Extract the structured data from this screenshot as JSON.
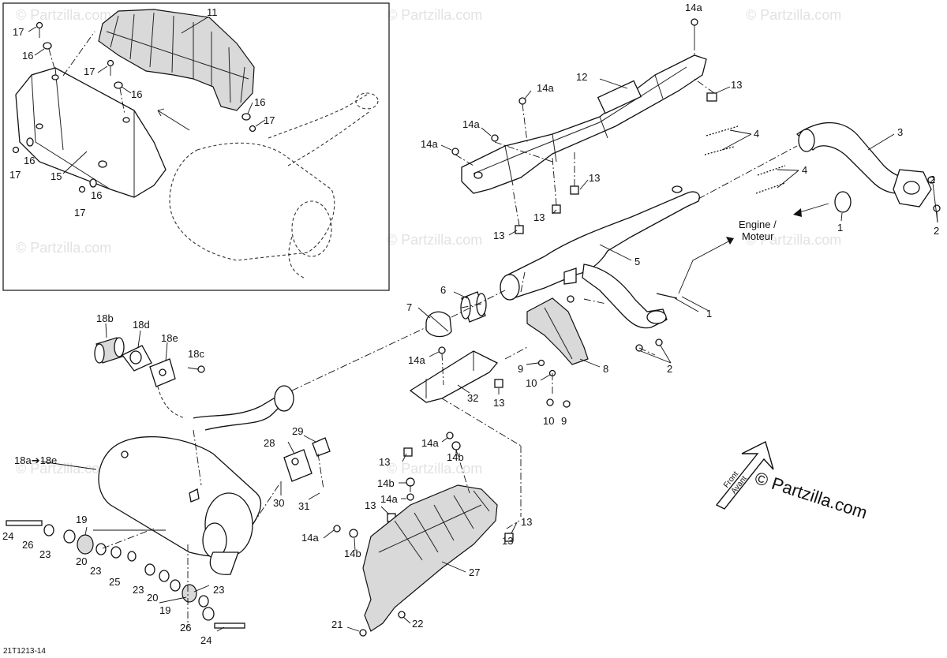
{
  "watermark": "© Partzilla.com",
  "brand": "© Partzilla.com",
  "drawing_code": "21T1213-14",
  "engine_label_en": "Engine /",
  "engine_label_fr": "Moteur",
  "front_label_en": "Front",
  "front_label_fr": "Avant",
  "labels": {
    "l1a": "1",
    "l1b": "1",
    "l2a": "2",
    "l2b": "2",
    "l2c": "2",
    "l3": "3",
    "l4a": "4",
    "l4b": "4",
    "l5": "5",
    "l6": "6",
    "l7": "7",
    "l8": "8",
    "l9a": "9",
    "l9b": "9",
    "l10a": "10",
    "l10b": "10",
    "l11": "11",
    "l12": "12",
    "l13a": "13",
    "l13b": "13",
    "l13c": "13",
    "l13d": "13",
    "l13e": "13",
    "l13f": "13",
    "l13g": "13",
    "l13h": "13",
    "l13i": "13",
    "l14a_1": "14a",
    "l14a_2": "14a",
    "l14a_3": "14a",
    "l14a_4": "14a",
    "l14a_5": "14a",
    "l14a_6": "14a",
    "l14a_7": "14a",
    "l14a_8": "14a",
    "l14b_1": "14b",
    "l14b_2": "14b",
    "l14b_3": "14b",
    "l15": "15",
    "l16a": "16",
    "l16b": "16",
    "l16c": "16",
    "l16d": "16",
    "l16e": "16",
    "l17a": "17",
    "l17b": "17",
    "l17c": "17",
    "l17d": "17",
    "l17e": "17",
    "l18a": "18a➔18e",
    "l18b": "18b",
    "l18c": "18c",
    "l18d": "18d",
    "l18e": "18e",
    "l19a": "19",
    "l19b": "19",
    "l20a": "20",
    "l20b": "20",
    "l21": "21",
    "l22": "22",
    "l23a": "23",
    "l23b": "23",
    "l23c": "23",
    "l23d": "23",
    "l24a": "24",
    "l24b": "24",
    "l25": "25",
    "l26a": "26",
    "l26b": "26",
    "l27": "27",
    "l28": "28",
    "l29": "29",
    "l30": "30",
    "l31": "31",
    "l32": "32"
  }
}
